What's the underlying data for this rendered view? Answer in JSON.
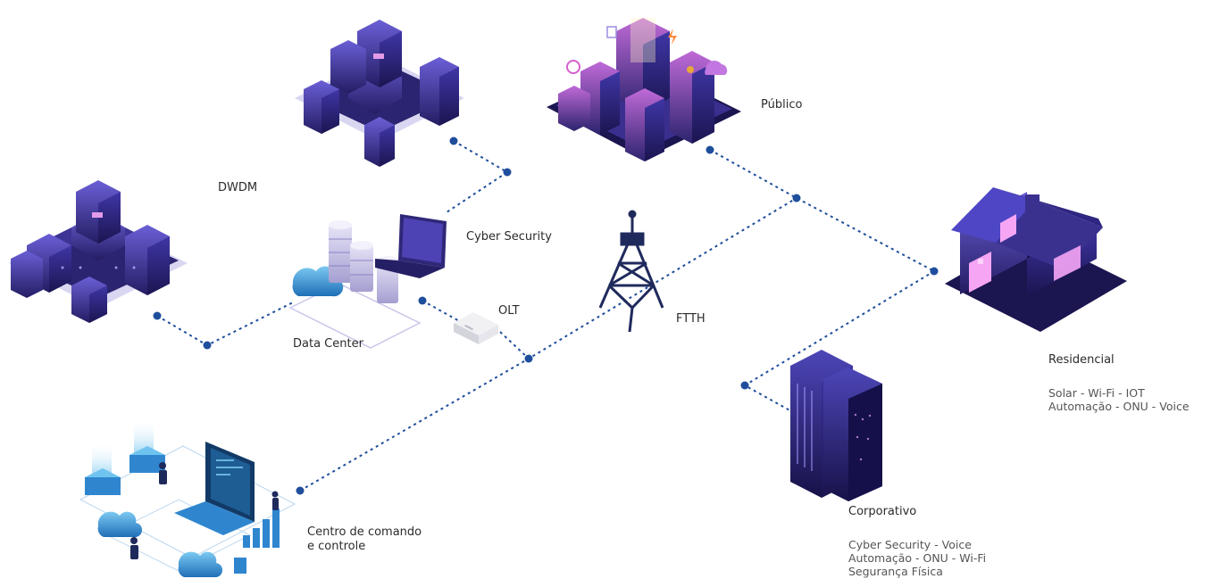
{
  "labels": {
    "dwdm": "DWDM",
    "cyber_security": "Cyber Security",
    "olt": "OLT",
    "data_center": "Data Center",
    "ftth": "FTTH",
    "publico": "Público",
    "residencial": "Residencial",
    "corporativo": "Corporativo",
    "centro_line1": "Centro de comando",
    "centro_line2": "e controle"
  },
  "residencial_services": [
    "Solar - Wi-Fi - IOT",
    "Automação - ONU - Voice"
  ],
  "corporativo_services": [
    "Cyber Security - Voice",
    "Automação - ONU - Wi-Fi",
    "Segurança Física"
  ],
  "colors": {
    "connector": "#1f4e9c",
    "building_dark": "#2a2470",
    "building_mid": "#3d3496",
    "building_light": "#5a4fc0",
    "neon_pink": "#e04fd6",
    "tech_blue": "#3aa3e0",
    "text": "#2b2b2b"
  }
}
